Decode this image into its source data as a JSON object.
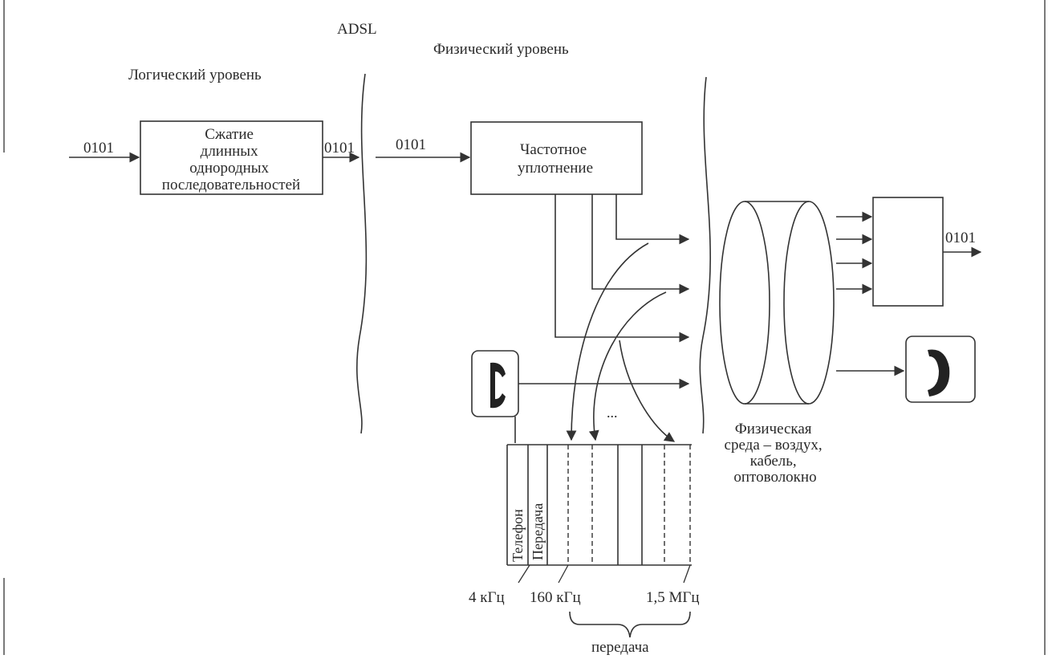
{
  "header": {
    "adsl": "ADSL",
    "logical_level": "Логический уровень",
    "physical_level": "Физический уровень"
  },
  "signals": {
    "input_left": "0101",
    "after_compression": "0101",
    "input_physical": "0101",
    "output_right": "0101"
  },
  "compression_box": {
    "lines": [
      "Сжатие",
      "длинных",
      "однородных",
      "последовательностей"
    ]
  },
  "fdm_box": {
    "lines": [
      "Частотное",
      "уплотнение"
    ]
  },
  "medium_label": {
    "lines": [
      "Физическая",
      "среда – воздух,",
      "кабель,",
      "оптоволокно"
    ]
  },
  "spectrum": {
    "telephone": "Телефон",
    "transmission": "Передача",
    "ellipsis": "...",
    "freq_4k": "4 кГц",
    "freq_160k": "160 кГц",
    "freq_1_5m": "1,5 МГц",
    "brace_label": "передача"
  },
  "icons": [
    "telephone-handset-icon",
    "telephone-handset-icon"
  ]
}
